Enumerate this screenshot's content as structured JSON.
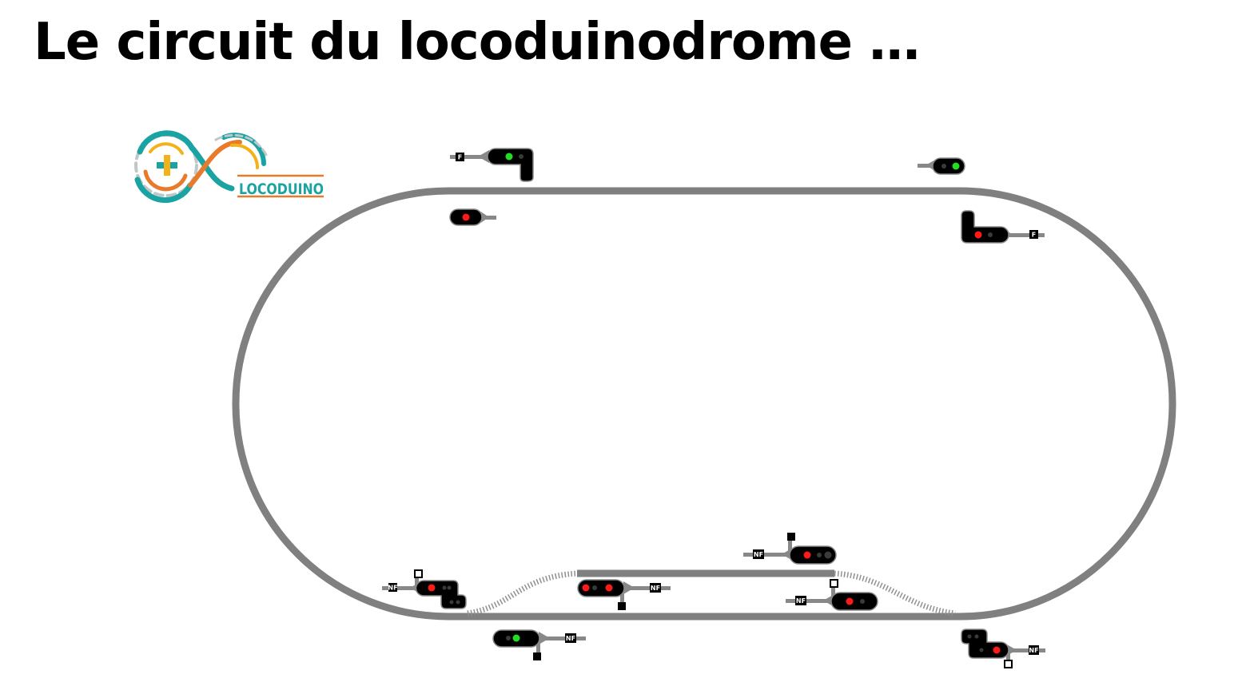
{
  "slide": {
    "title": "Le circuit du locoduinodrome …"
  },
  "logo": {
    "text": "LOCODUINO",
    "colors": {
      "teal": "#1aa3a3",
      "orange": "#e87a2c",
      "yellow": "#f2b21c",
      "gray": "#bfc7c8"
    }
  },
  "colors": {
    "track": "#808080",
    "mast": "#888888",
    "signal_body": "#000000",
    "lamp_red": "#ff1a1a",
    "lamp_green": "#22dd22",
    "lamp_off": "#3a3a3a",
    "plaque": "#000000"
  },
  "signals": [
    {
      "id": "signal-top-left-upper",
      "plaque": "F",
      "lamps": [
        "green",
        "off"
      ],
      "aspect": "green"
    },
    {
      "id": "signal-top-left-lower",
      "plaque": "",
      "lamps": [
        "red"
      ],
      "aspect": "red"
    },
    {
      "id": "signal-top-right-upper",
      "plaque": "",
      "lamps": [
        "off",
        "green"
      ],
      "aspect": "green"
    },
    {
      "id": "signal-top-right-lower",
      "plaque": "F",
      "lamps": [
        "red",
        "off"
      ],
      "aspect": "red"
    },
    {
      "id": "signal-bottom-left-inner",
      "plaque": "NF",
      "lamps": [
        "red",
        "off",
        "off",
        "off",
        "off"
      ],
      "aspect": "red"
    },
    {
      "id": "signal-bottom-left-outer",
      "plaque": "NF",
      "lamps": [
        "off",
        "green"
      ],
      "aspect": "green"
    },
    {
      "id": "signal-siding-left",
      "plaque": "NF",
      "lamps": [
        "red",
        "off",
        "red"
      ],
      "aspect": "red"
    },
    {
      "id": "signal-siding-right",
      "plaque": "NF",
      "lamps": [
        "red",
        "off",
        "off"
      ],
      "aspect": "red"
    },
    {
      "id": "signal-main-right-inner",
      "plaque": "NF",
      "lamps": [
        "red",
        "off"
      ],
      "aspect": "red"
    },
    {
      "id": "signal-bottom-right-outer",
      "plaque": "NF",
      "lamps": [
        "off",
        "off",
        "off",
        "red"
      ],
      "aspect": "red"
    }
  ]
}
